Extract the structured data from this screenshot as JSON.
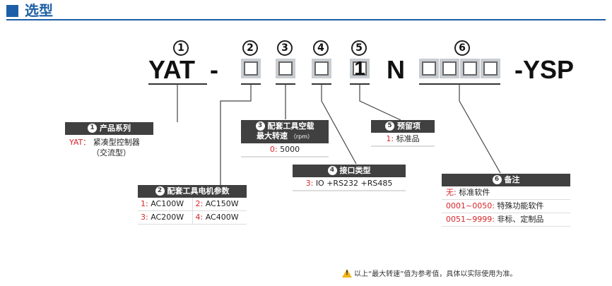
{
  "header": {
    "title": "选型"
  },
  "code": {
    "numbers": [
      "1",
      "2",
      "3",
      "4",
      "5",
      "6"
    ],
    "prefix": "YAT",
    "dash": "-",
    "fifth_value": "1",
    "letter_n": "N",
    "suffix": "-YSP"
  },
  "box1": {
    "title": "产品系列",
    "code": "YAT：",
    "desc": "紧凑型控制器",
    "desc2": "（交流型）"
  },
  "box2": {
    "title": "配套工具电机参数",
    "cells": [
      {
        "code": "1:",
        "value": "AC100W"
      },
      {
        "code": "2:",
        "value": "AC150W"
      },
      {
        "code": "3:",
        "value": "AC200W"
      },
      {
        "code": "4:",
        "value": "AC400W"
      }
    ]
  },
  "box3": {
    "title": "配套工具空载",
    "title2": "最大转速",
    "unit": "（rpm）",
    "code": "0:",
    "value": "5000"
  },
  "box4": {
    "title": "接口类型",
    "code": "3:",
    "value": "IO +RS232 +RS485"
  },
  "box5": {
    "title": "预留项",
    "code": "1:",
    "value": "标准品"
  },
  "box6": {
    "title": "备注",
    "rows": [
      {
        "code": "无:",
        "value": "标准软件"
      },
      {
        "code": "0001~0050:",
        "value": "特殊功能软件"
      },
      {
        "code": "0051~9999:",
        "value": "非标、定制品"
      }
    ]
  },
  "note": {
    "text": "以上“最大转速”值为参考值，具体以实际使用为准。"
  }
}
